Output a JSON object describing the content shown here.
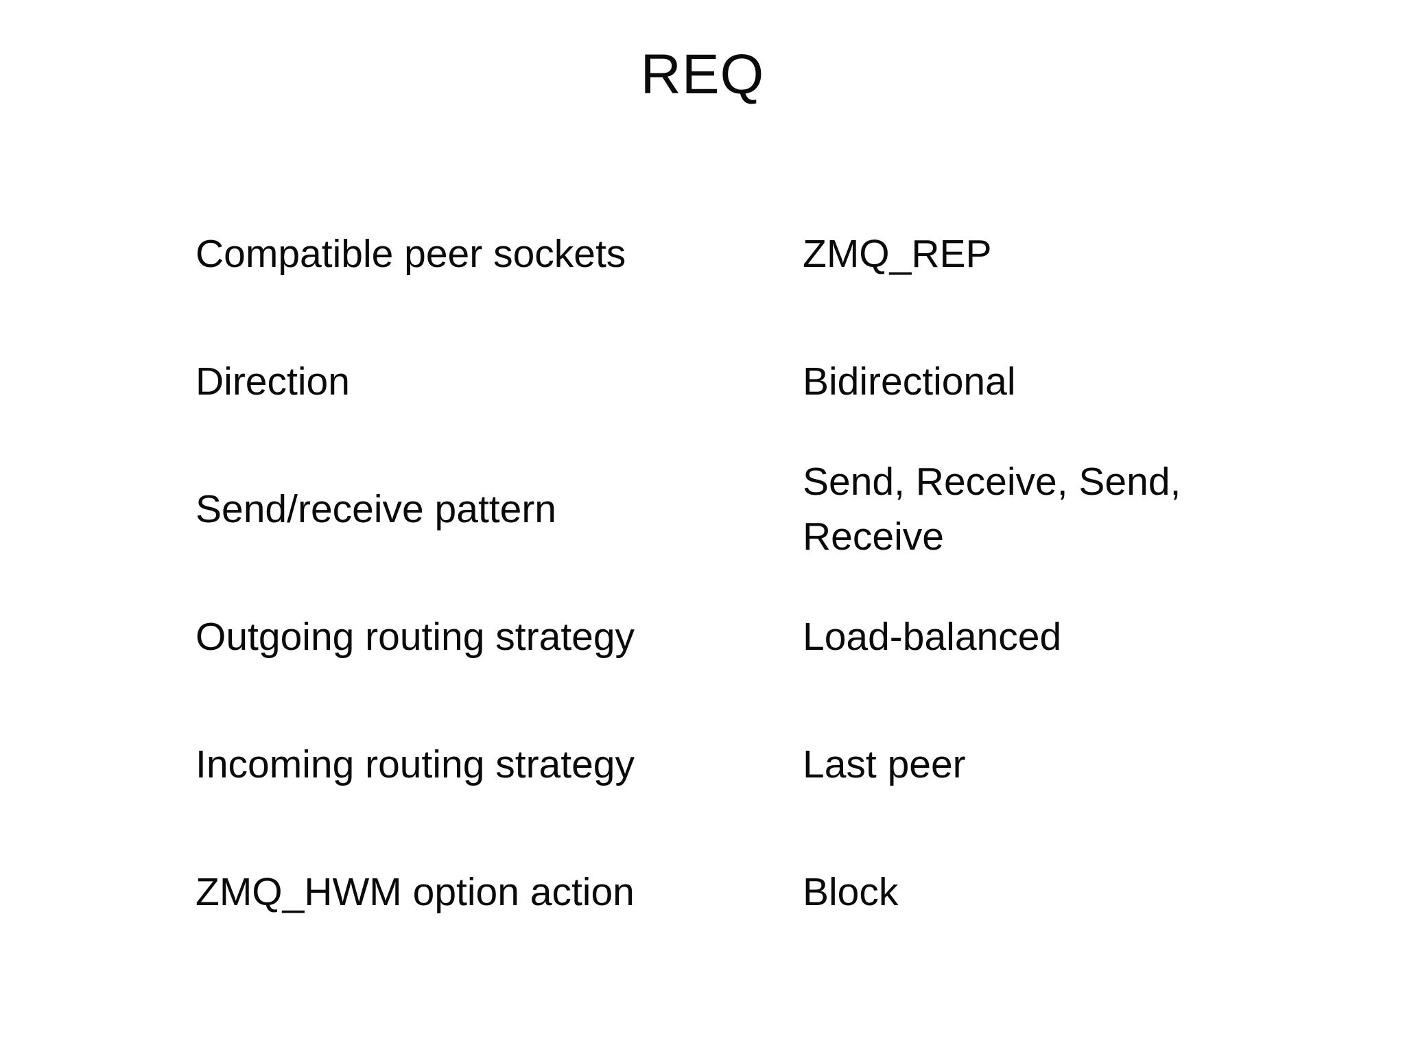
{
  "slide": {
    "title": "REQ",
    "rows": [
      {
        "label": "Compatible peer sockets",
        "value": "ZMQ_REP"
      },
      {
        "label": "Direction",
        "value": "Bidirectional"
      },
      {
        "label": "Send/receive pattern",
        "value": "Send, Receive, Send, Receive"
      },
      {
        "label": "Outgoing routing strategy",
        "value": "Load-balanced"
      },
      {
        "label": "Incoming routing strategy",
        "value": "Last peer"
      },
      {
        "label": "ZMQ_HWM option action",
        "value": "Block"
      }
    ]
  }
}
